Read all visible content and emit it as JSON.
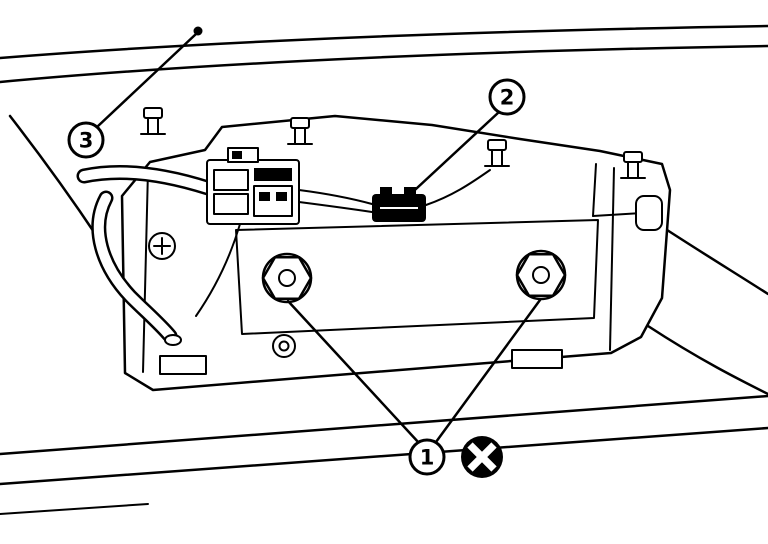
{
  "diagram": {
    "background_color": "#ffffff",
    "line_color": "#000000",
    "callouts": [
      {
        "label": "1",
        "target": "mounting-nuts"
      },
      {
        "label": "2",
        "target": "harness-connector"
      },
      {
        "label": "3",
        "target": "vehicle-body-point"
      }
    ],
    "discard_symbol": {
      "name": "discard-x-icon",
      "fill_color": "#000000",
      "x_color": "#ffffff"
    }
  }
}
